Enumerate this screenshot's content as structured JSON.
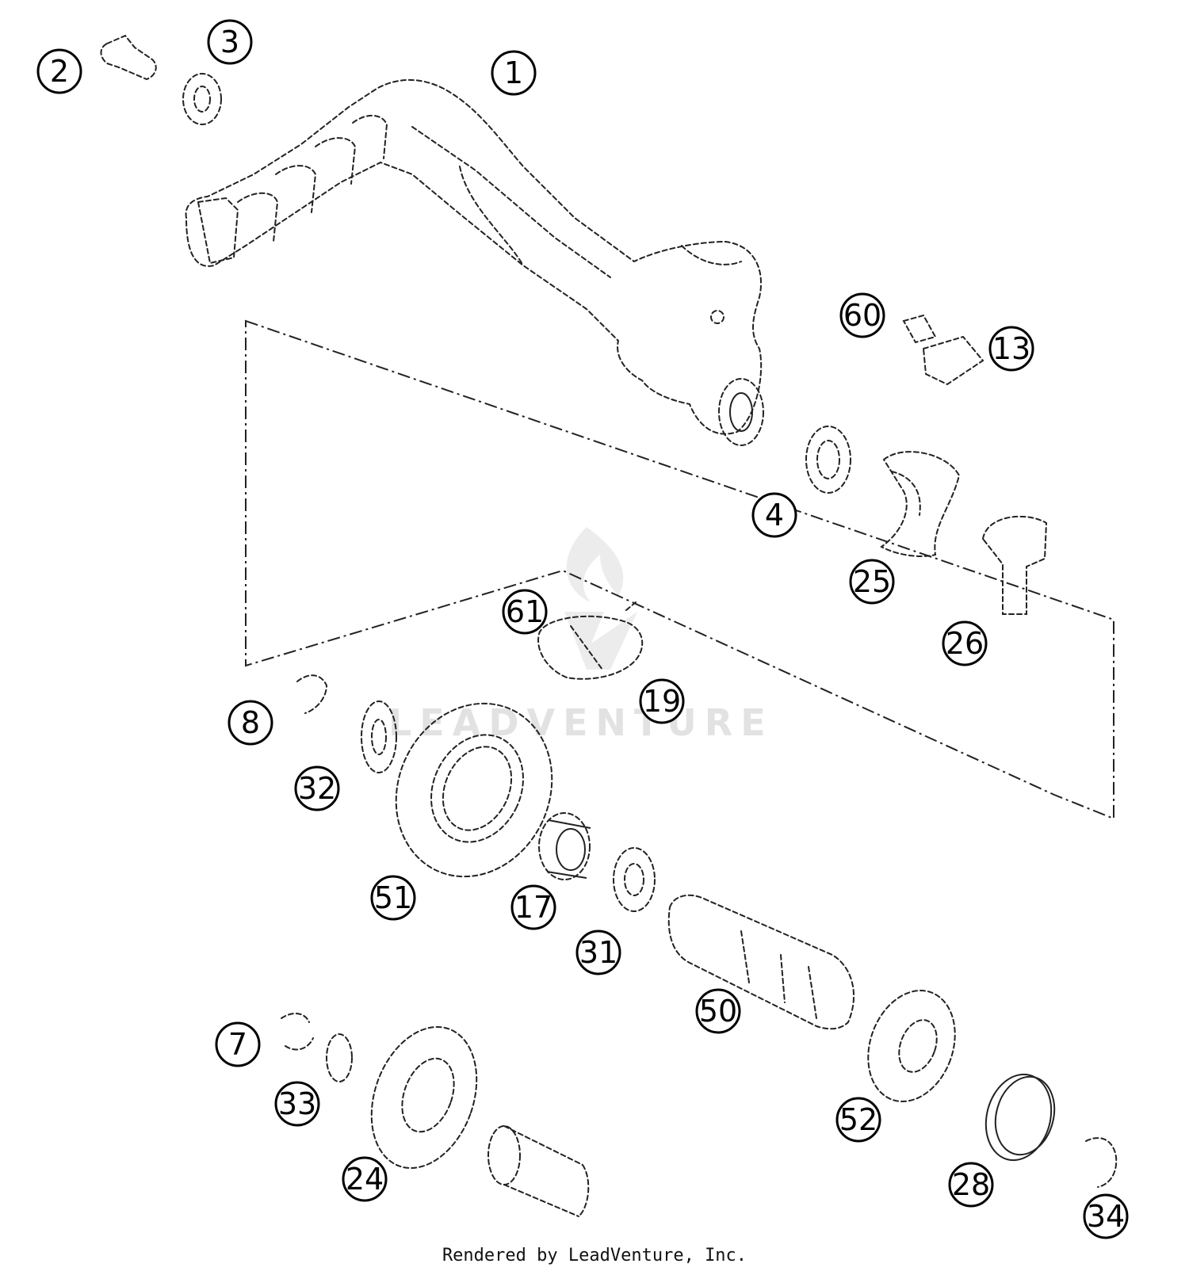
{
  "watermark": {
    "text": "LEADVENTURE"
  },
  "callouts": [
    "1",
    "2",
    "3",
    "4",
    "7",
    "8",
    "13",
    "17",
    "19",
    "24",
    "25",
    "26",
    "28",
    "31",
    "32",
    "33",
    "34",
    "50",
    "51",
    "52",
    "60",
    "61"
  ],
  "credit": "Rendered by LeadVenture, Inc."
}
